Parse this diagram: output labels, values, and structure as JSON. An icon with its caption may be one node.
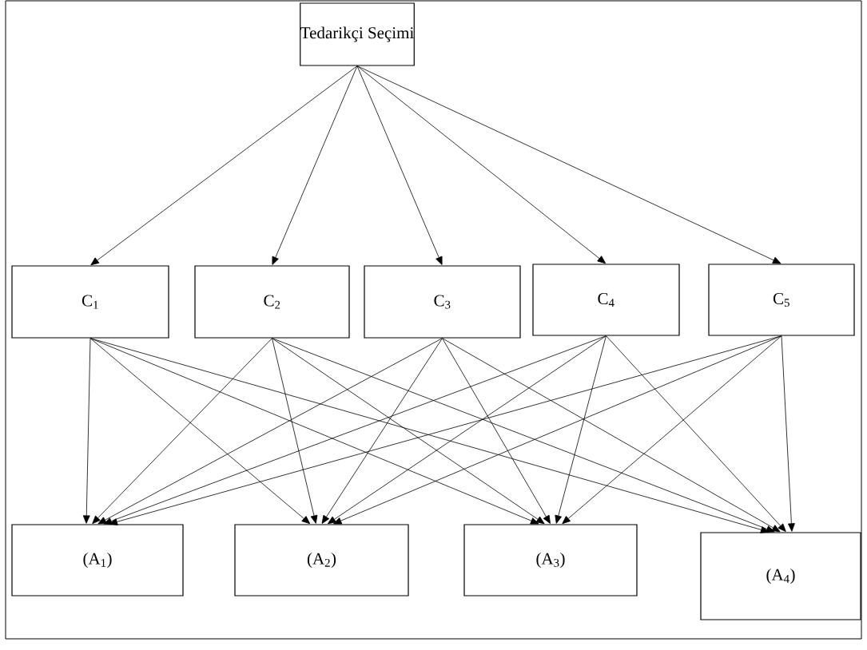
{
  "diagram": {
    "nodes": [
      {
        "text": [
          "Tedarikçi Seçimi"
        ]
      },
      {
        "text": [
          "C$_{1}$"
        ]
      },
      {
        "text": [
          "C$_{2}$"
        ]
      },
      {
        "text": [
          "C$_{3}$"
        ]
      },
      {
        "text": [
          "C$_{4}$"
        ]
      },
      {
        "text": [
          "C$_{5}$"
        ]
      },
      {
        "text": [
          "(A$_{1}$)"
        ]
      },
      {
        "text": [
          "(A$_{2}$)"
        ]
      },
      {
        "text": [
          "(A$_{3}$)"
        ]
      },
      {
        "text": [
          "(A$_{4}$)"
        ]
      }
    ],
    "edges": [
      {
        "from": 0,
        "to": 1,
        "arrow": "to"
      },
      {
        "from": 0,
        "to": 2,
        "arrow": "to"
      },
      {
        "from": 0,
        "to": 3,
        "arrow": "to"
      },
      {
        "from": 0,
        "to": 4,
        "arrow": "to"
      },
      {
        "from": 0,
        "to": 5,
        "arrow": "to"
      },
      {
        "from": 1,
        "to": 6,
        "arrow": "to"
      },
      {
        "from": 1,
        "to": 7,
        "arrow": "to"
      },
      {
        "from": 1,
        "to": 8,
        "arrow": "to"
      },
      {
        "from": 1,
        "to": 9,
        "arrow": "to"
      },
      {
        "from": 2,
        "to": 6,
        "arrow": "to"
      },
      {
        "from": 2,
        "to": 7,
        "arrow": "to"
      },
      {
        "from": 2,
        "to": 8,
        "arrow": "to"
      },
      {
        "from": 2,
        "to": 9,
        "arrow": "to"
      },
      {
        "from": 3,
        "to": 6,
        "arrow": "to"
      },
      {
        "from": 3,
        "to": 7,
        "arrow": "to"
      },
      {
        "from": 3,
        "to": 8,
        "arrow": "to"
      },
      {
        "from": 3,
        "to": 9,
        "arrow": "to"
      },
      {
        "from": 4,
        "to": 6,
        "arrow": "to"
      },
      {
        "from": 4,
        "to": 7,
        "arrow": "to"
      },
      {
        "from": 4,
        "to": 8,
        "arrow": "to"
      },
      {
        "from": 4,
        "to": 9,
        "arrow": "to"
      },
      {
        "from": 5,
        "to": 6,
        "arrow": "to"
      },
      {
        "from": 5,
        "to": 7,
        "arrow": "to"
      },
      {
        "from": 5,
        "to": 8,
        "arrow": "to"
      },
      {
        "from": 5,
        "to": 9,
        "arrow": "to"
      }
    ]
  }
}
